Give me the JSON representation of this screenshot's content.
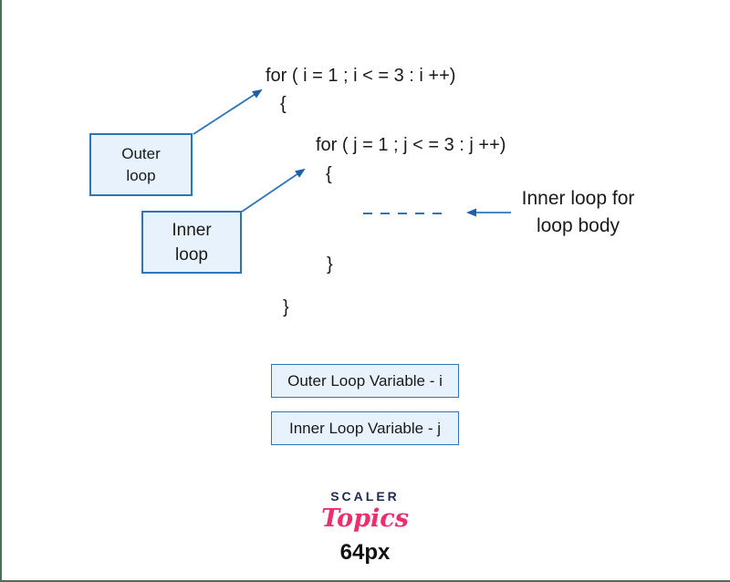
{
  "code": {
    "outer_for": "for ( i = 1 ; i < = 3 : i ++)",
    "outer_open_brace": "{",
    "inner_for": "for ( j = 1 ; j < = 3 : j ++)",
    "inner_open_brace": "{",
    "inner_close_brace": "}",
    "outer_close_brace": "}"
  },
  "boxes": {
    "outer_loop": {
      "line1": "Outer",
      "line2": "loop"
    },
    "inner_loop": {
      "line1": "Inner",
      "line2": "loop"
    }
  },
  "variable_boxes": [
    {
      "label": "Outer Loop Variable - i"
    },
    {
      "label": "Inner Loop Variable - j"
    }
  ],
  "annotation": {
    "line1": "Inner loop for",
    "line2": "loop body"
  },
  "logo": {
    "brand": "SCALER",
    "sub": "Topics"
  },
  "caption": {
    "text": "64px"
  },
  "colors": {
    "arrow_blue": "#2e75b6",
    "arrowhead_blue": "#1f5fa8",
    "box_fill": "#e7f2fc",
    "box_border": "#2e75b6",
    "edge_green": "#4a7153",
    "logo_navy": "#1d2b4f",
    "logo_pink": "#ee2d6e",
    "text": "#1a1a1a"
  }
}
